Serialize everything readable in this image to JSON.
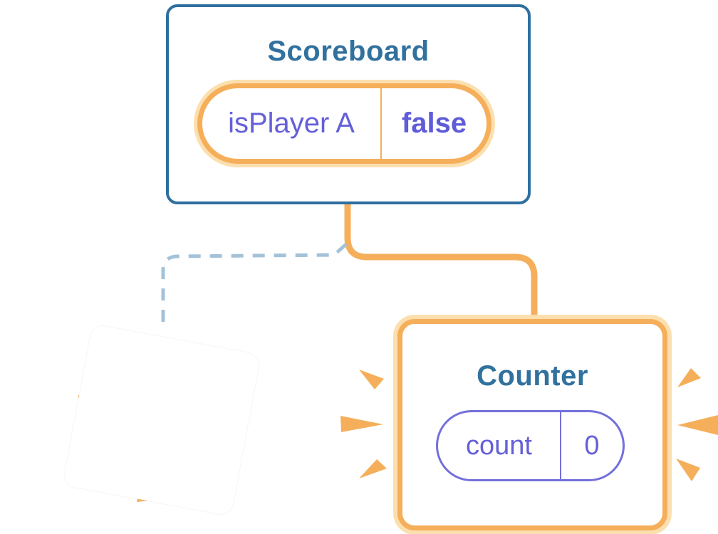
{
  "diagram": {
    "scoreboard": {
      "title": "Scoreboard",
      "state_name": "isPlayer A",
      "state_value": "false"
    },
    "counter": {
      "title": "Counter",
      "state_name": "count",
      "state_value": "0"
    }
  },
  "icons": {
    "sparkles": "four-point star sparkles (new state highlight)",
    "burst": "destruction burst wedges on removed component",
    "emphasis": "orange emphasis speed-wedges around Counter card"
  },
  "colors": {
    "accent_orange": "#F5AF5B",
    "orange_halo": "#FCDFAE",
    "card_border_blue": "#2E6F9F",
    "title_blue": "#31719E",
    "state_purple": "#6560D8",
    "counter_pill_border_purple": "#7370DC",
    "dashed_connector_blue": "#A3C2D9",
    "card_background": "#FFFFFF"
  }
}
